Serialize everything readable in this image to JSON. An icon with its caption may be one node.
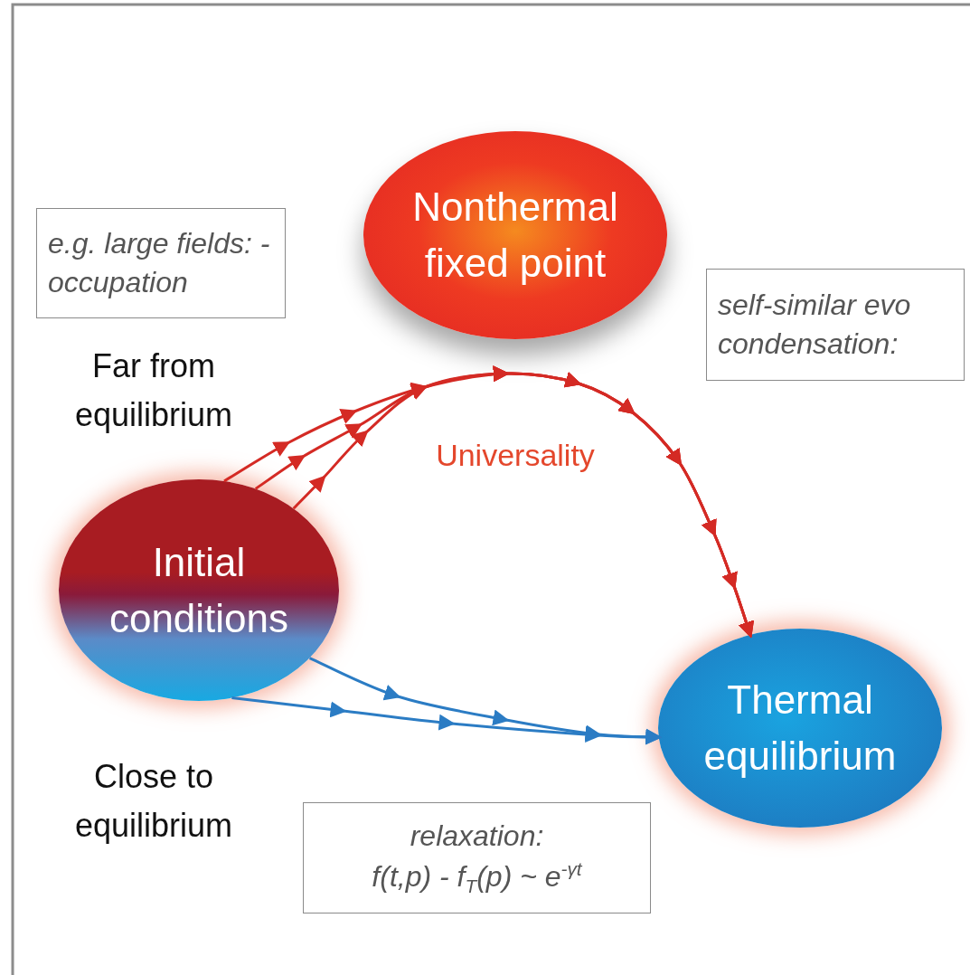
{
  "diagram": {
    "nodes": [
      {
        "text": [
          "Nonthermal fixed point"
        ]
      },
      {
        "text": [
          "e.g. large fields: -occupation"
        ]
      },
      {
        "text": [
          "self-similar evo condensation:"
        ]
      },
      {
        "text": [
          "Initial conditions"
        ]
      },
      {
        "text": [
          "Thermal equilibrium"
        ]
      },
      {
        "text": [
          "relaxation:",
          "*f(t,p)* - *f*$_{T}$*(p)* ~ e$^{-γt}$"
        ]
      }
    ],
    "edges": [
      {
        "from": 3,
        "to": 4,
        "arrow": "to",
        "color": "#d42a24"
      },
      {
        "from": 3,
        "to": 4,
        "arrow": "to",
        "color": "#d42a24"
      },
      {
        "from": 3,
        "to": 4,
        "arrow": "to",
        "color": "#d42a24"
      },
      {
        "from": 3,
        "to": 4,
        "arrow": "to",
        "color": "#2b7cc4"
      },
      {
        "from": 3,
        "to": 4,
        "arrow": "to",
        "color": "#2b7cc4"
      }
    ],
    "labels": [
      "Far from equilibrium",
      "Universality",
      "Close to equilibrium"
    ]
  }
}
